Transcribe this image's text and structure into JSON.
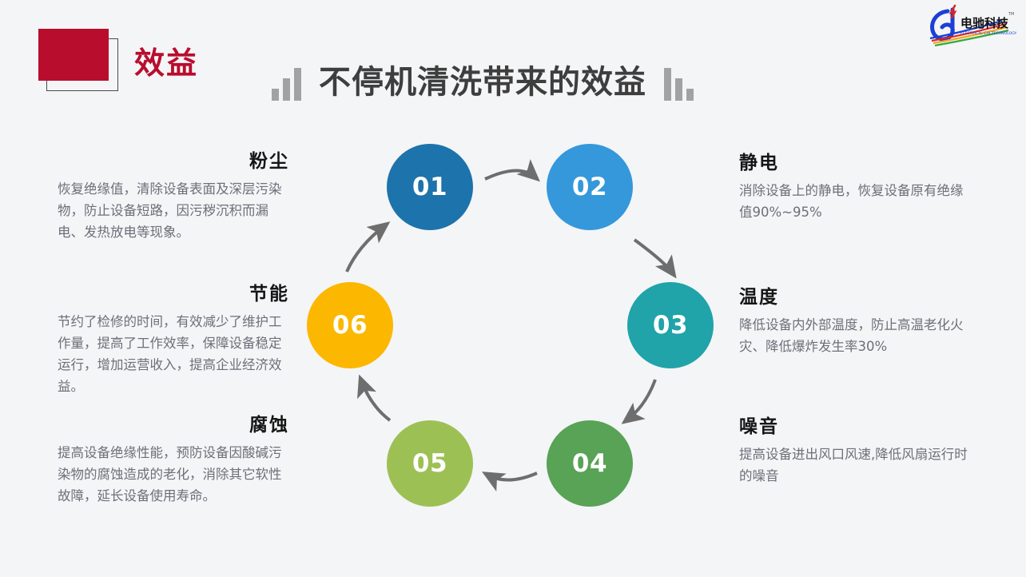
{
  "badge": {
    "label": "效益"
  },
  "title": {
    "text": "不停机清洗带来的效益",
    "deco_left": "ascending-bars-icon",
    "deco_right": "descending-bars-icon"
  },
  "logo": {
    "cn_name": "电驰科技",
    "en_name": "ELECTRICAL CHI TECHNOLOGY",
    "tm": "TM"
  },
  "wheel": {
    "nodes": [
      {
        "num": "01",
        "color": "#1d73ab"
      },
      {
        "num": "02",
        "color": "#3498db"
      },
      {
        "num": "03",
        "color": "#21a3aa"
      },
      {
        "num": "04",
        "color": "#58a355"
      },
      {
        "num": "05",
        "color": "#9dc055"
      },
      {
        "num": "06",
        "color": "#fcb700"
      }
    ],
    "arrow_color": "#6e6e6e"
  },
  "blocks": {
    "dust": {
      "head": "粉尘",
      "body": "恢复绝缘值，清除设备表面及深层污染物，防止设备短路，因污秽沉积而漏电、发热放电等现象。"
    },
    "energy": {
      "head": "节能",
      "body": "节约了检修的时间，有效减少了维护工作量，提高了工作效率，保障设备稳定运行，增加运营收入，提高企业经济效益。"
    },
    "corrosion": {
      "head": "腐蚀",
      "body": "提高设备绝缘性能，预防设备因酸碱污染物的腐蚀造成的老化，消除其它软性故障，延长设备使用寿命。"
    },
    "static": {
      "head": "静电",
      "body": "消除设备上的静电，恢复设备原有绝缘值90%~95%"
    },
    "temperature": {
      "head": "温度",
      "body": "降低设备内外部温度，防止高温老化火灾、降低爆炸发生率30%"
    },
    "noise": {
      "head": "噪音",
      "body": "提高设备进出风口风速,降低风扇运行时的噪音"
    }
  },
  "theme": {
    "background": "#f4f5f7",
    "accent_red": "#b90d2e",
    "title_gray": "#3e3e3e",
    "body_gray": "#6b7078"
  }
}
